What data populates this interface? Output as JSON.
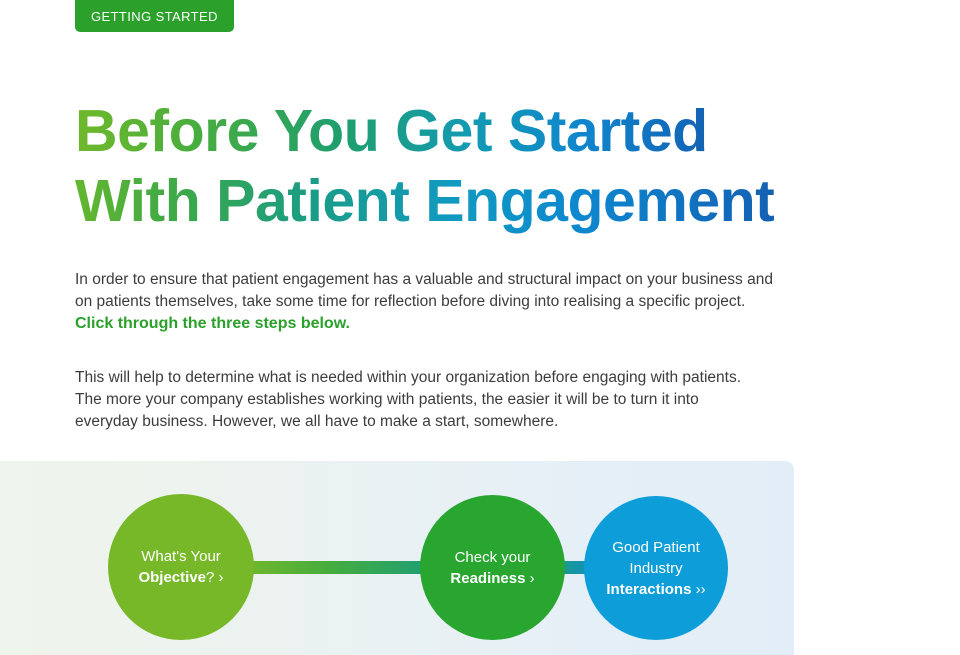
{
  "badge": {
    "label": "GETTING STARTED",
    "color": "#2ba12c"
  },
  "title": {
    "line1": "Before You Get Started",
    "line2": "With Patient Engagement",
    "gradient_from": "#6fb82b",
    "gradient_to": "#1462b4"
  },
  "intro": {
    "paragraph1_line1": "In order to ensure that patient engagement has a valuable and structural impact on your business and",
    "paragraph1_line2": "on patients themselves, take some time for reflection before diving into realising a specific project.",
    "cta": "Click through the three steps below.",
    "cta_color": "#2ba12c",
    "paragraph2_line1": "This will help to determine what is needed within your organization before engaging with patients.",
    "paragraph2_line2": "The more your company establishes working with patients, the easier it will be to turn it into",
    "paragraph2_line3": "everyday business. However, we all have to make a start, somewhere."
  },
  "steps": {
    "panel_bg_left": "#eef5ec",
    "panel_bg_right": "#e3edf7",
    "items": [
      {
        "lead": "What's Your",
        "strong": "Objective",
        "suffix": "?",
        "chevron": "›",
        "color": "#76b828"
      },
      {
        "lead": "Check your",
        "strong": "Readiness",
        "suffix": "",
        "chevron": "›",
        "color": "#28a630"
      },
      {
        "lead": "Good Patient",
        "lead2": "Industry",
        "strong": "Interactions",
        "suffix": "",
        "chevron": "››",
        "color": "#0d9dd8"
      }
    ]
  }
}
